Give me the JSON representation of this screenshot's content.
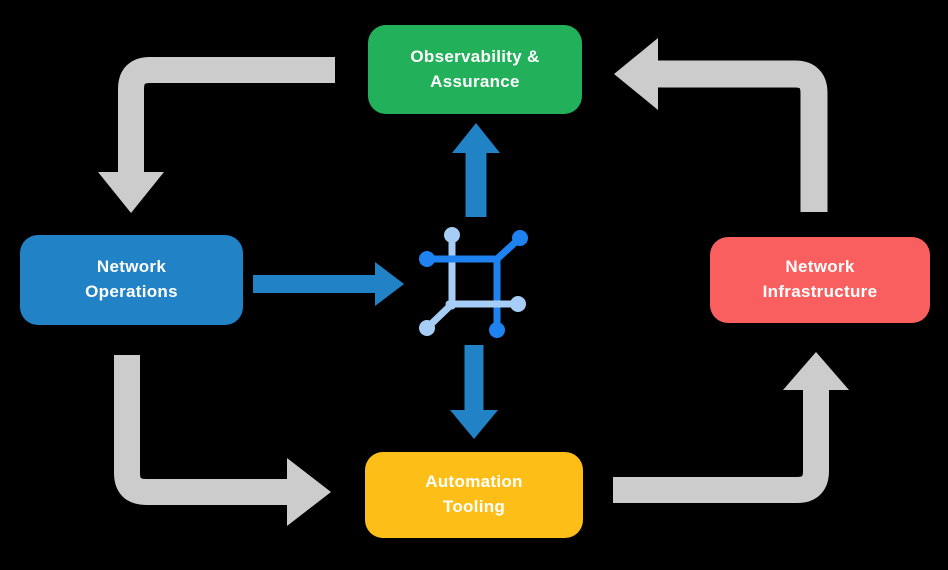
{
  "diagram": {
    "title": "network automation lifecycle diagram",
    "background": "#000000",
    "nodes": {
      "observability": {
        "label": "Observability &\nAssurance",
        "color": "#23B05A"
      },
      "operations": {
        "label": "Network\nOperations",
        "color": "#2182C6"
      },
      "infrastructure": {
        "label": "Network\nInfrastructure",
        "color": "#FA5F5F"
      },
      "automation": {
        "label": "Automation\nTooling",
        "color": "#FDBF17"
      }
    },
    "center_icon": {
      "name": "network-fabric-icon",
      "primary_color": "#1E83F0",
      "secondary_color": "#A6CDF5"
    },
    "arrows": {
      "flow_color": "#2182C6",
      "cycle_color": "#CCCCCC"
    }
  }
}
